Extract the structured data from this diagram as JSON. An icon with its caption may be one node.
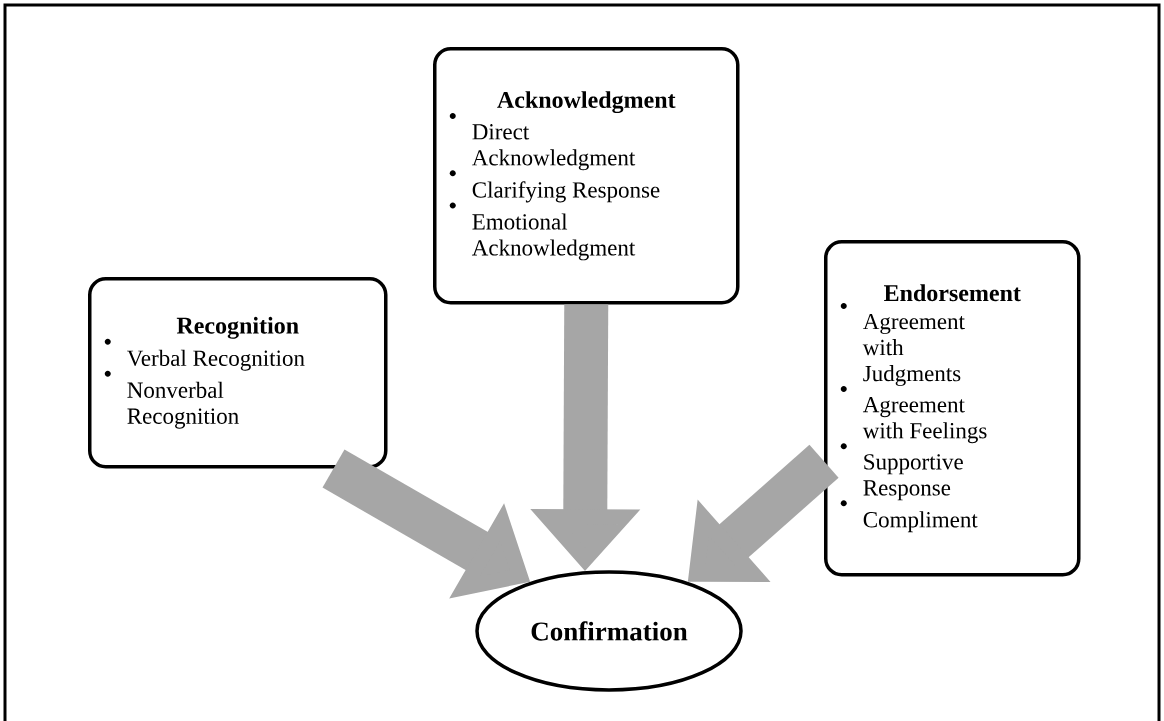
{
  "diagram": {
    "nodes": [
      {
        "text": [
          "Recognition",
          "Verbal Recognition",
          "Nonverbal Recognition"
        ]
      },
      {
        "text": [
          "Acknowledgment",
          "Direct Acknowledgment",
          "Clarifying Response",
          "Emotional Acknowledgment"
        ]
      },
      {
        "text": [
          "Endorsement",
          "Agreement with Judgments",
          "Agreement with Feelings",
          "Supportive Response",
          "Compliment"
        ]
      },
      {
        "text": [
          "Confirmation"
        ]
      }
    ],
    "edges": [
      {
        "from": 0,
        "to": 3,
        "arrow": "to"
      },
      {
        "from": 1,
        "to": 3,
        "arrow": "to"
      },
      {
        "from": 2,
        "to": 3,
        "arrow": "to"
      }
    ]
  }
}
